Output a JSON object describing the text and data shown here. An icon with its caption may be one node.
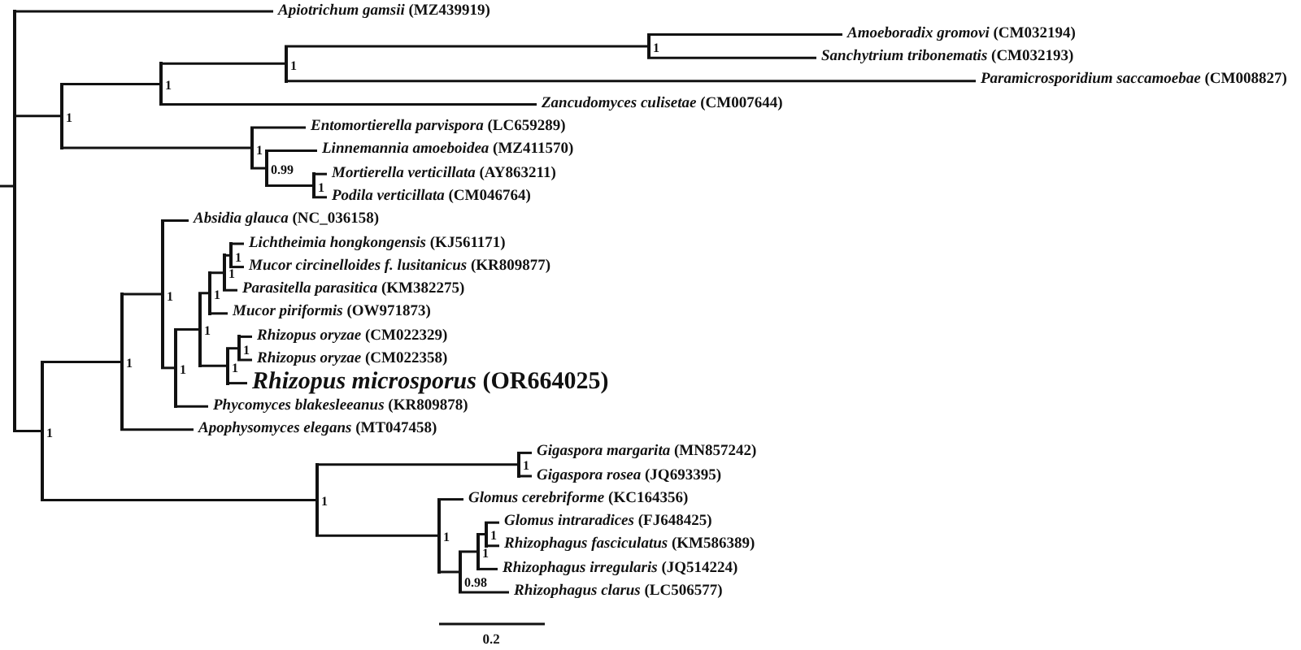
{
  "diagram": {
    "nodes": [
      {
        "text": [],
        "shape": "bar"
      },
      {
        "text": [
          "*Apiotrichum gamsii* (MZ439919)"
        ]
      },
      {
        "text": [],
        "shape": "bar",
        "beside": [
          "1"
        ]
      },
      {
        "text": [],
        "shape": "bar",
        "beside": [
          "1"
        ]
      },
      {
        "text": [],
        "shape": "bar",
        "beside": [
          "1"
        ]
      },
      {
        "text": [],
        "shape": "bar",
        "beside": [
          "1"
        ]
      },
      {
        "text": [
          "*Amoeboradix gromovi* (CM032194)"
        ]
      },
      {
        "text": [
          "*Sanchytrium tribonematis* (CM032193)"
        ]
      },
      {
        "text": [
          "*Paramicrosporidium saccamoebae* (CM008827)"
        ]
      },
      {
        "text": [
          "*Zancudomyces culisetae* (CM007644)"
        ]
      },
      {
        "text": [],
        "shape": "bar",
        "beside": [
          "1"
        ]
      },
      {
        "text": [
          "*Entomortierella parvispora* (LC659289)"
        ]
      },
      {
        "text": [],
        "shape": "bar",
        "beside": [
          "0.99"
        ]
      },
      {
        "text": [
          "*Linnemannia amoeboidea* (MZ411570)"
        ]
      },
      {
        "text": [],
        "shape": "bar",
        "beside": [
          "1"
        ]
      },
      {
        "text": [
          "*Mortierella verticillata* (AY863211)"
        ]
      },
      {
        "text": [
          "*Podila verticillata* (CM046764)"
        ]
      },
      {
        "text": [],
        "shape": "bar",
        "beside": [
          "1"
        ]
      },
      {
        "text": [],
        "shape": "bar",
        "beside": [
          "1"
        ]
      },
      {
        "text": [],
        "shape": "bar",
        "beside": [
          "1"
        ]
      },
      {
        "text": [
          "*Absidia glauca* (NC_036158)"
        ]
      },
      {
        "text": [],
        "shape": "bar",
        "beside": [
          "1"
        ]
      },
      {
        "text": [],
        "shape": "bar",
        "beside": [
          "1"
        ]
      },
      {
        "text": [],
        "shape": "bar",
        "beside": [
          "1"
        ]
      },
      {
        "text": [],
        "shape": "bar",
        "beside": [
          "1"
        ]
      },
      {
        "text": [],
        "shape": "bar",
        "beside": [
          "1"
        ]
      },
      {
        "text": [
          "*Lichtheimia hongkongensis* (KJ561171)"
        ]
      },
      {
        "text": [
          "*Mucor circinelloides f. lusitanicus* (KR809877)"
        ]
      },
      {
        "text": [
          "*Parasitella parasitica* (KM382275)"
        ]
      },
      {
        "text": [
          "*Mucor piriformis* (OW971873)"
        ]
      },
      {
        "text": [],
        "shape": "bar",
        "beside": [
          "1"
        ]
      },
      {
        "text": [],
        "shape": "bar",
        "beside": [
          "1"
        ]
      },
      {
        "text": [
          "*Rhizopus oryzae* (CM022329)"
        ]
      },
      {
        "text": [
          "*Rhizopus oryzae* (CM022358)"
        ]
      },
      {
        "text": [
          "*Rhizopus microsporus* (OR664025)"
        ]
      },
      {
        "text": [
          "*Phycomyces blakesleeanus* (KR809878)"
        ]
      },
      {
        "text": [
          "*Apophysomyces elegans* (MT047458)"
        ]
      },
      {
        "text": [],
        "shape": "bar",
        "beside": [
          "1"
        ]
      },
      {
        "text": [],
        "shape": "bar",
        "beside": [
          "1"
        ]
      },
      {
        "text": [
          "*Gigaspora margarita* (MN857242)"
        ]
      },
      {
        "text": [
          "*Gigaspora rosea* (JQ693395)"
        ]
      },
      {
        "text": [],
        "shape": "bar",
        "beside": [
          "1"
        ]
      },
      {
        "text": [
          "*Glomus cerebriforme* (KC164356)"
        ]
      },
      {
        "text": [],
        "shape": "bar",
        "beside": [
          "0.98"
        ]
      },
      {
        "text": [],
        "shape": "bar",
        "beside": [
          "1"
        ]
      },
      {
        "text": [],
        "shape": "bar",
        "beside": [
          "1"
        ]
      },
      {
        "text": [
          "*Glomus intraradices* (FJ648425)"
        ]
      },
      {
        "text": [
          "*Rhizophagus fasciculatus* (KM586389)"
        ]
      },
      {
        "text": [
          "*Rhizophagus irregularis* (JQ514224)"
        ]
      },
      {
        "text": [
          "*Rhizophagus clarus* (LC506577)"
        ]
      }
    ],
    "edges": [
      {
        "from": null,
        "to": 0,
        "arrow": "none"
      },
      {
        "from": 0,
        "to": 1,
        "arrow": "none"
      },
      {
        "from": 0,
        "to": 2,
        "arrow": "none"
      },
      {
        "from": 0,
        "to": 17,
        "arrow": "none"
      },
      {
        "from": 2,
        "to": 3,
        "arrow": "none"
      },
      {
        "from": 2,
        "to": 10,
        "arrow": "none"
      },
      {
        "from": 3,
        "to": 4,
        "arrow": "none"
      },
      {
        "from": 3,
        "to": 9,
        "arrow": "none"
      },
      {
        "from": 4,
        "to": 5,
        "arrow": "none"
      },
      {
        "from": 4,
        "to": 8,
        "arrow": "none"
      },
      {
        "from": 5,
        "to": 6,
        "arrow": "none"
      },
      {
        "from": 5,
        "to": 7,
        "arrow": "none"
      },
      {
        "from": 10,
        "to": 11,
        "arrow": "none"
      },
      {
        "from": 10,
        "to": 12,
        "arrow": "none"
      },
      {
        "from": 12,
        "to": 13,
        "arrow": "none"
      },
      {
        "from": 12,
        "to": 14,
        "arrow": "none"
      },
      {
        "from": 14,
        "to": 15,
        "arrow": "none"
      },
      {
        "from": 14,
        "to": 16,
        "arrow": "none"
      },
      {
        "from": 17,
        "to": 18,
        "arrow": "none"
      },
      {
        "from": 17,
        "to": 37,
        "arrow": "none"
      },
      {
        "from": 18,
        "to": 19,
        "arrow": "none"
      },
      {
        "from": 18,
        "to": 36,
        "arrow": "none"
      },
      {
        "from": 19,
        "to": 20,
        "arrow": "none"
      },
      {
        "from": 19,
        "to": 21,
        "arrow": "none"
      },
      {
        "from": 21,
        "to": 22,
        "arrow": "none"
      },
      {
        "from": 21,
        "to": 35,
        "arrow": "none"
      },
      {
        "from": 22,
        "to": 23,
        "arrow": "none"
      },
      {
        "from": 22,
        "to": 30,
        "arrow": "none"
      },
      {
        "from": 23,
        "to": 24,
        "arrow": "none"
      },
      {
        "from": 23,
        "to": 29,
        "arrow": "none"
      },
      {
        "from": 24,
        "to": 25,
        "arrow": "none"
      },
      {
        "from": 24,
        "to": 28,
        "arrow": "none"
      },
      {
        "from": 25,
        "to": 26,
        "arrow": "none"
      },
      {
        "from": 25,
        "to": 27,
        "arrow": "none"
      },
      {
        "from": 30,
        "to": 31,
        "arrow": "none"
      },
      {
        "from": 30,
        "to": 34,
        "arrow": "none"
      },
      {
        "from": 31,
        "to": 32,
        "arrow": "none"
      },
      {
        "from": 31,
        "to": 33,
        "arrow": "none"
      },
      {
        "from": 37,
        "to": 38,
        "arrow": "none"
      },
      {
        "from": 37,
        "to": 41,
        "arrow": "none"
      },
      {
        "from": 38,
        "to": 39,
        "arrow": "none"
      },
      {
        "from": 38,
        "to": 40,
        "arrow": "none"
      },
      {
        "from": 41,
        "to": 42,
        "arrow": "none"
      },
      {
        "from": 41,
        "to": 43,
        "arrow": "none"
      },
      {
        "from": 43,
        "to": 44,
        "arrow": "none"
      },
      {
        "from": 43,
        "to": 49,
        "arrow": "none"
      },
      {
        "from": 44,
        "to": 45,
        "arrow": "none"
      },
      {
        "from": 44,
        "to": 48,
        "arrow": "none"
      },
      {
        "from": 45,
        "to": 46,
        "arrow": "none"
      },
      {
        "from": 45,
        "to": 47,
        "arrow": "none"
      }
    ],
    "labels": [
      "0.2"
    ]
  }
}
